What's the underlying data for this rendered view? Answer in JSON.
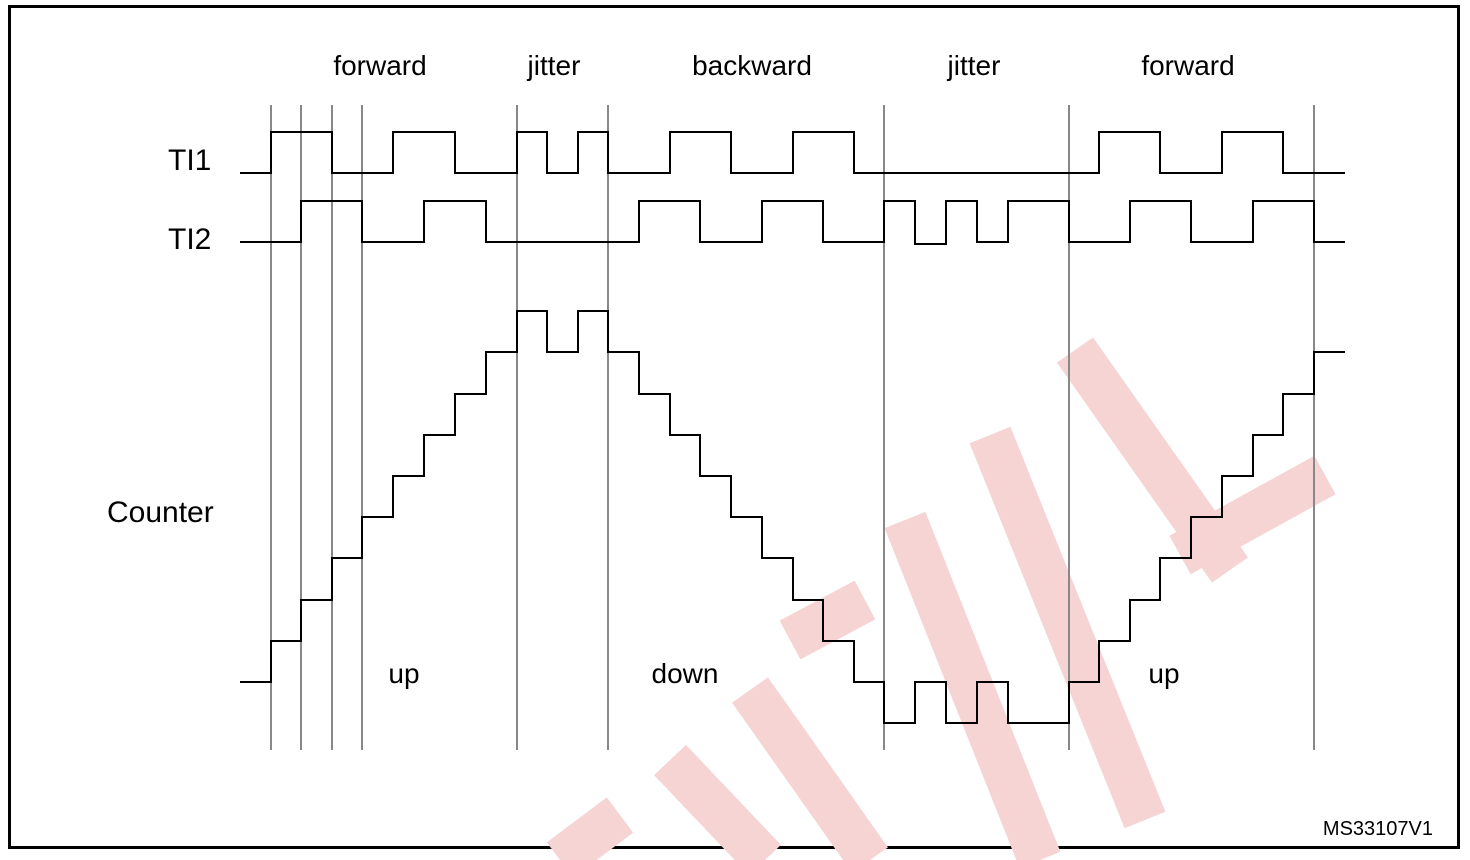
{
  "phases": [
    "forward",
    "jitter",
    "backward",
    "jitter",
    "forward"
  ],
  "signals": {
    "ti1": "TI1",
    "ti2": "TI2",
    "counter": "Counter"
  },
  "directions": [
    "up",
    "down",
    "up"
  ],
  "figure_code": "MS33107V1",
  "colors": {
    "ink": "#000000",
    "guide": "#888888",
    "watermark": "#f6d4d4"
  }
}
